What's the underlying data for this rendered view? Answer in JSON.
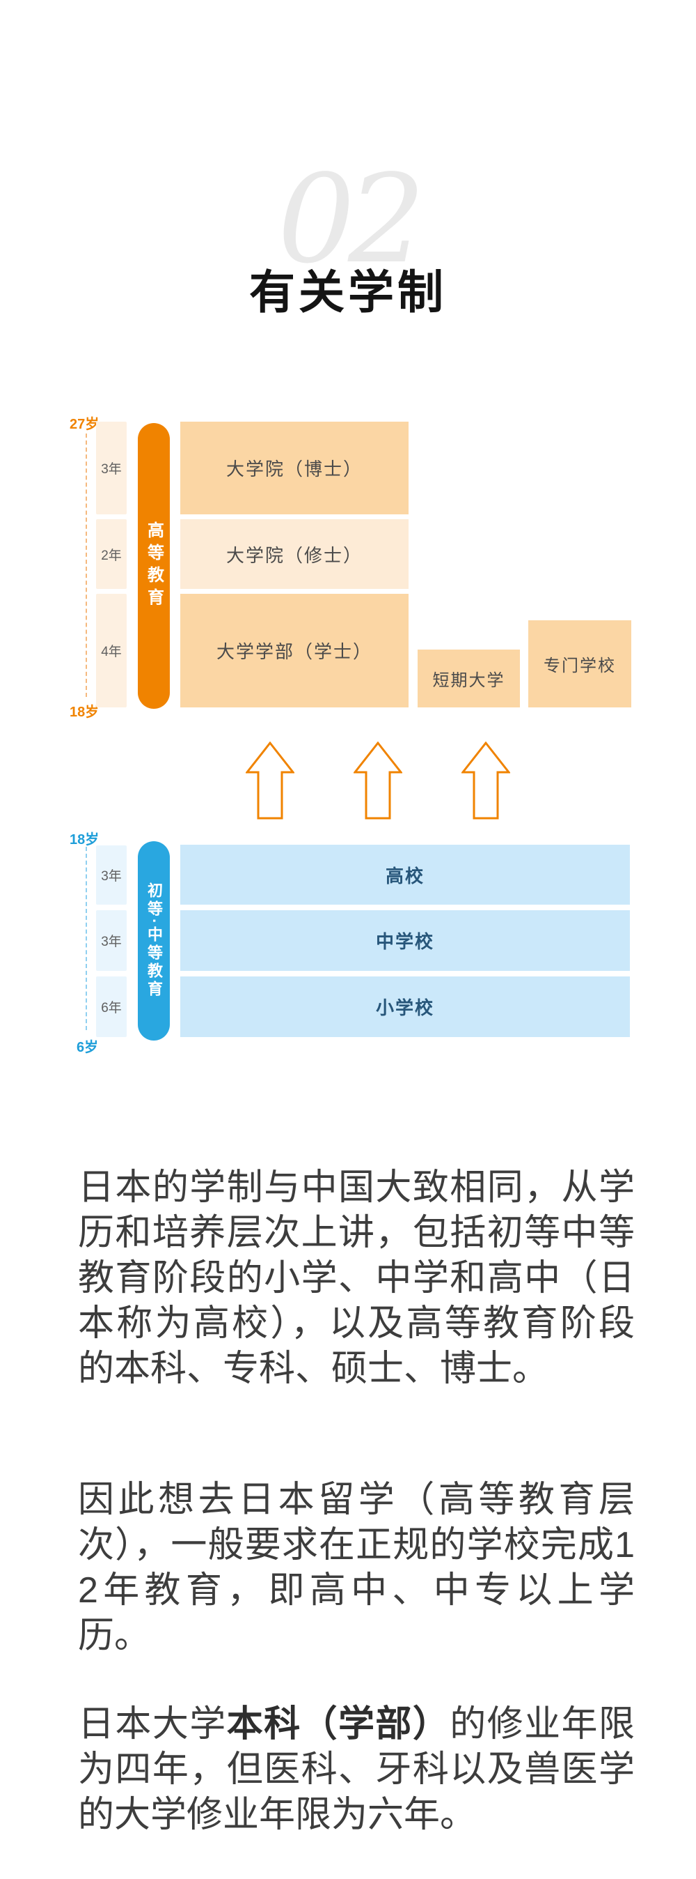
{
  "page": {
    "watermark": "02",
    "title": "有关学制"
  },
  "diagram": {
    "higher": {
      "age_top": "27岁",
      "age_bottom": "18岁",
      "track": "高等教育",
      "years": [
        "3年",
        "2年",
        "4年"
      ],
      "levels": [
        "大学院（博士）",
        "大学院（修士）",
        "大学学部（学士）"
      ],
      "side": [
        "短期大学",
        "专门学校"
      ],
      "accent_color": "#F08300",
      "box_color": "#FBD6A4"
    },
    "lower": {
      "age_top": "18岁",
      "age_bottom": "6岁",
      "track": "初等·中等教育",
      "years": [
        "3年",
        "3年",
        "6年"
      ],
      "levels": [
        "高校",
        "中学校",
        "小学校"
      ],
      "accent_color": "#29A7E0",
      "box_color": "#CBE8FA"
    }
  },
  "body": {
    "p1": "日本的学制与中国大致相同，从学历和培养层次上讲，包括初等中等教育阶段的小学、中学和高中（日本称为高校），以及高等教育阶段的本科、专科、硕士、博士。",
    "p2": "因此想去日本留学（高等教育层次），一般要求在正规的学校完成12年教育，即高中、中专以上学历。",
    "p3_pre": "日本大学",
    "p3_bold": "本科（学部）",
    "p3_post": "的修业年限为四年，但医科、牙科以及兽医学的大学修业年限为六年。"
  }
}
